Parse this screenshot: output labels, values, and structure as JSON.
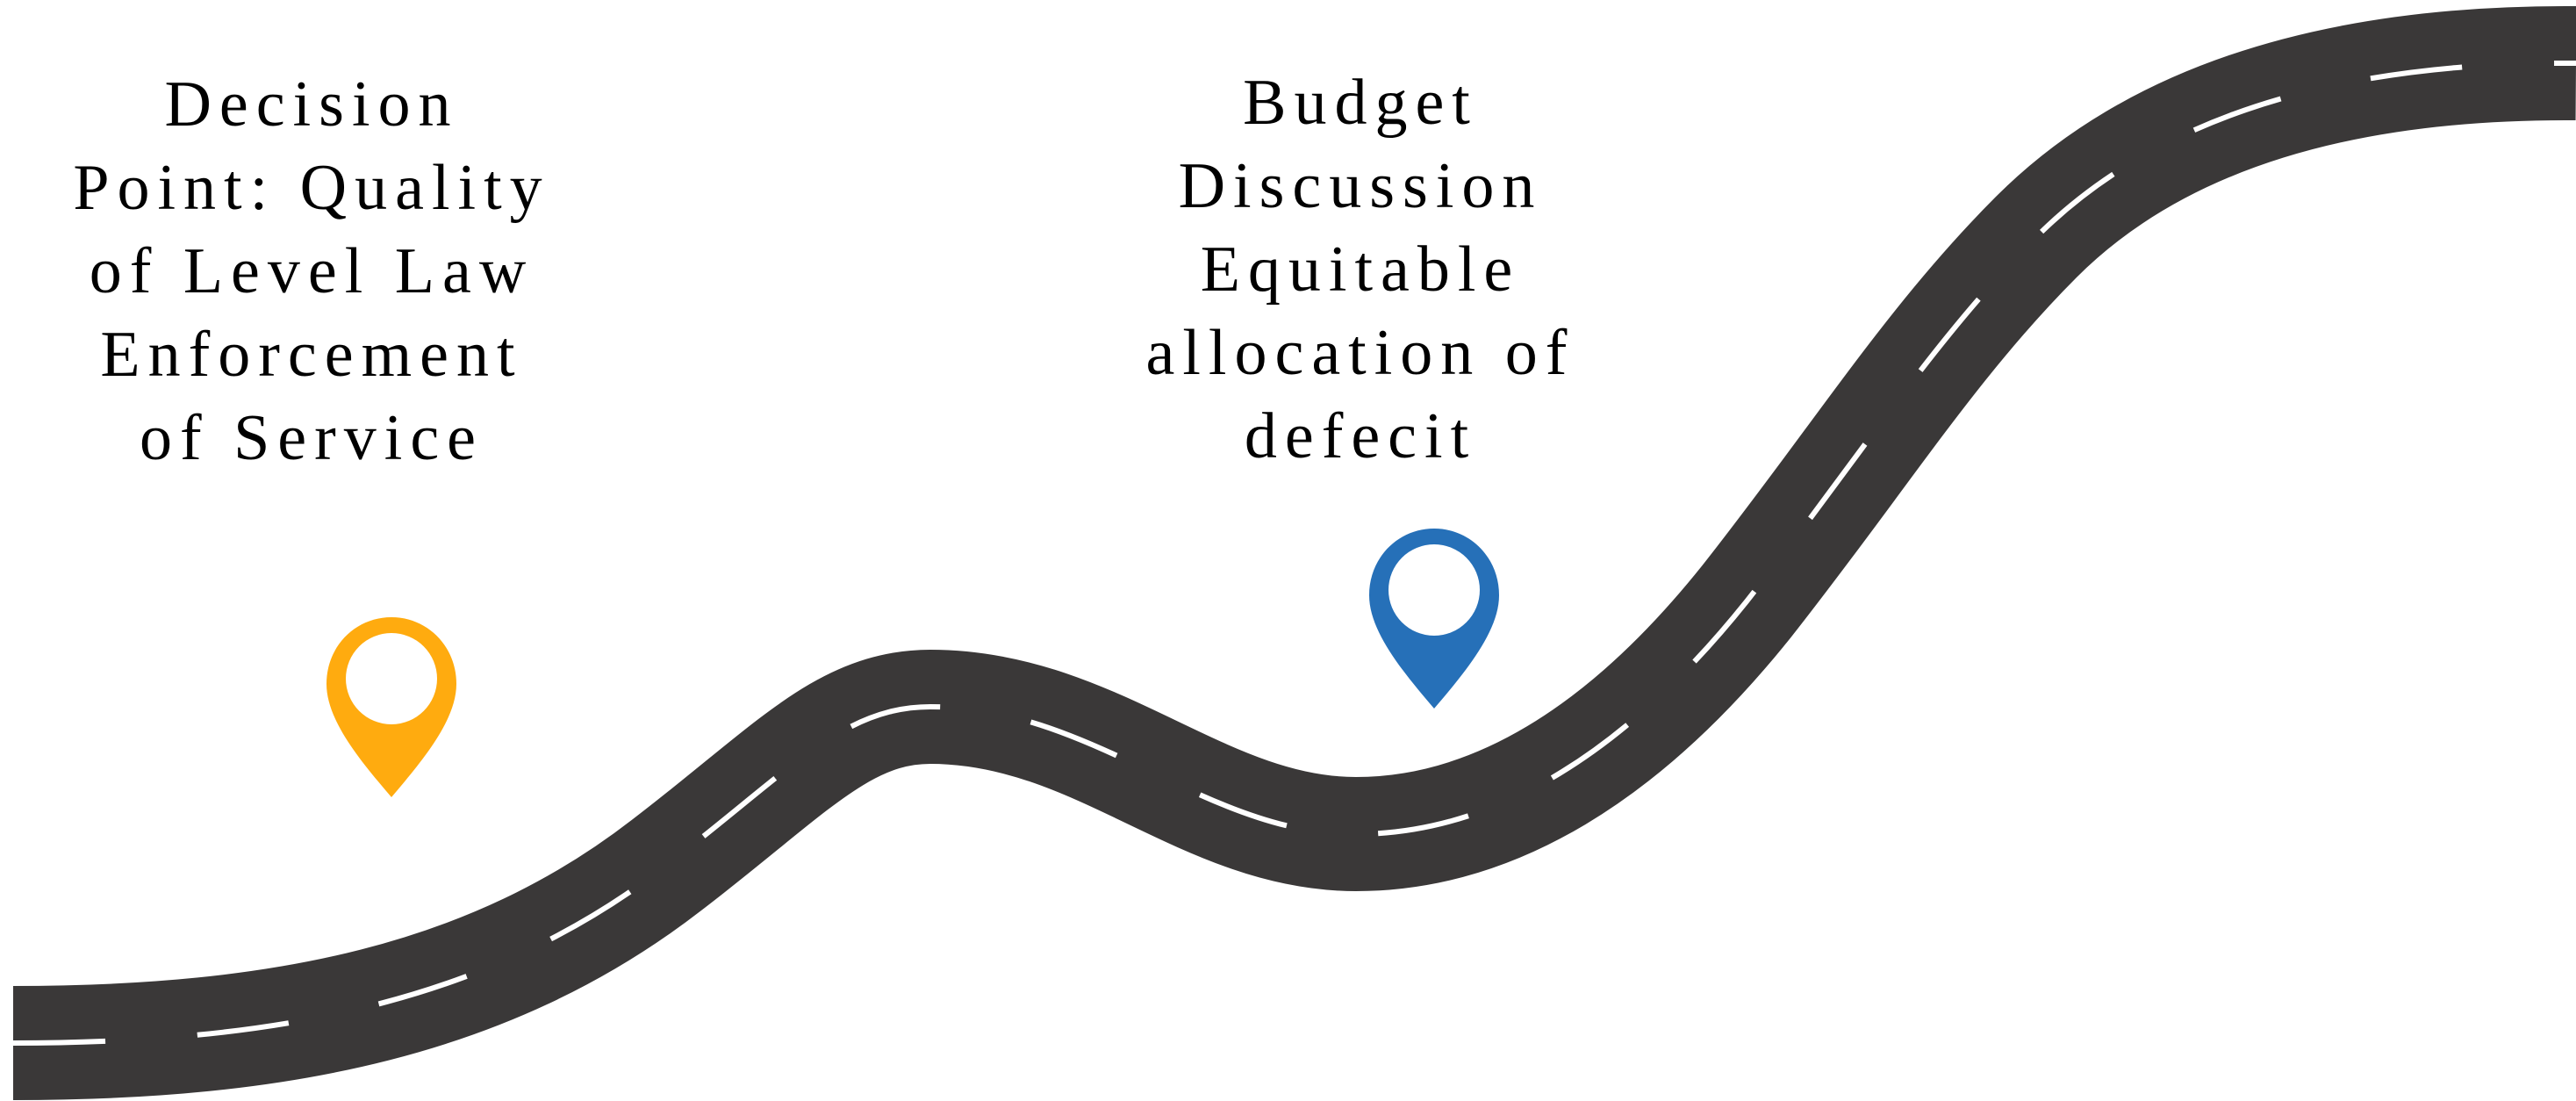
{
  "milestones": [
    {
      "lines": [
        "Decision",
        "Point: Quality",
        "of Level Law",
        "Enforcement",
        "of Service"
      ],
      "pin_icon": "map-pin-icon",
      "pin_color": "#FFAB0F"
    },
    {
      "lines": [
        "Budget",
        "Discussion",
        "Equitable",
        "allocation of",
        "defecit"
      ],
      "pin_icon": "map-pin-icon",
      "pin_color": "#2670B8"
    }
  ],
  "road": {
    "icon": "road-path",
    "color": "#3A3838",
    "dash_color": "#FFFFFF"
  }
}
